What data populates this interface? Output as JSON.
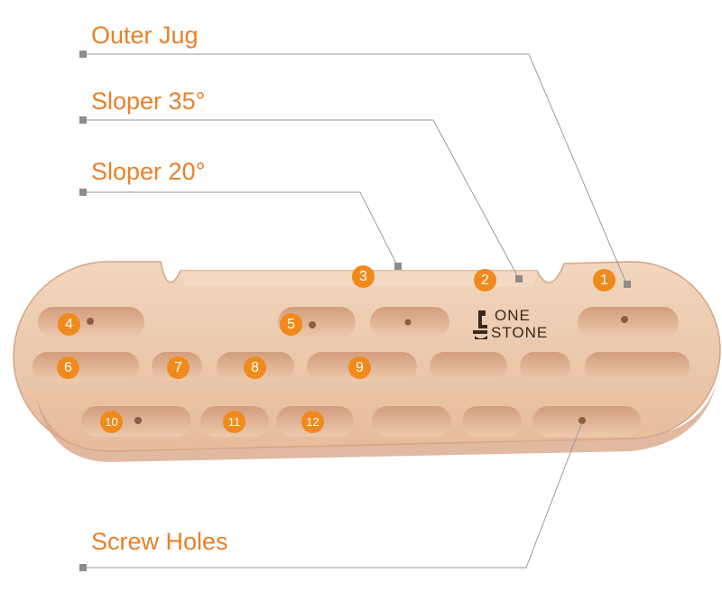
{
  "callouts": {
    "outer_jug": "Outer Jug",
    "sloper_35": "Sloper 35°",
    "sloper_20": "Sloper 20°",
    "screw_holes": "Screw Holes"
  },
  "badges": [
    "1",
    "2",
    "3",
    "4",
    "5",
    "6",
    "7",
    "8",
    "9",
    "10",
    "11",
    "12"
  ],
  "logo": {
    "line1": "ONE",
    "line2": "STONE"
  },
  "colors": {
    "accent": "#f08a1c",
    "label": "#e8802a",
    "wood": "#ecc8ab",
    "leader": "#9a9a9a"
  }
}
